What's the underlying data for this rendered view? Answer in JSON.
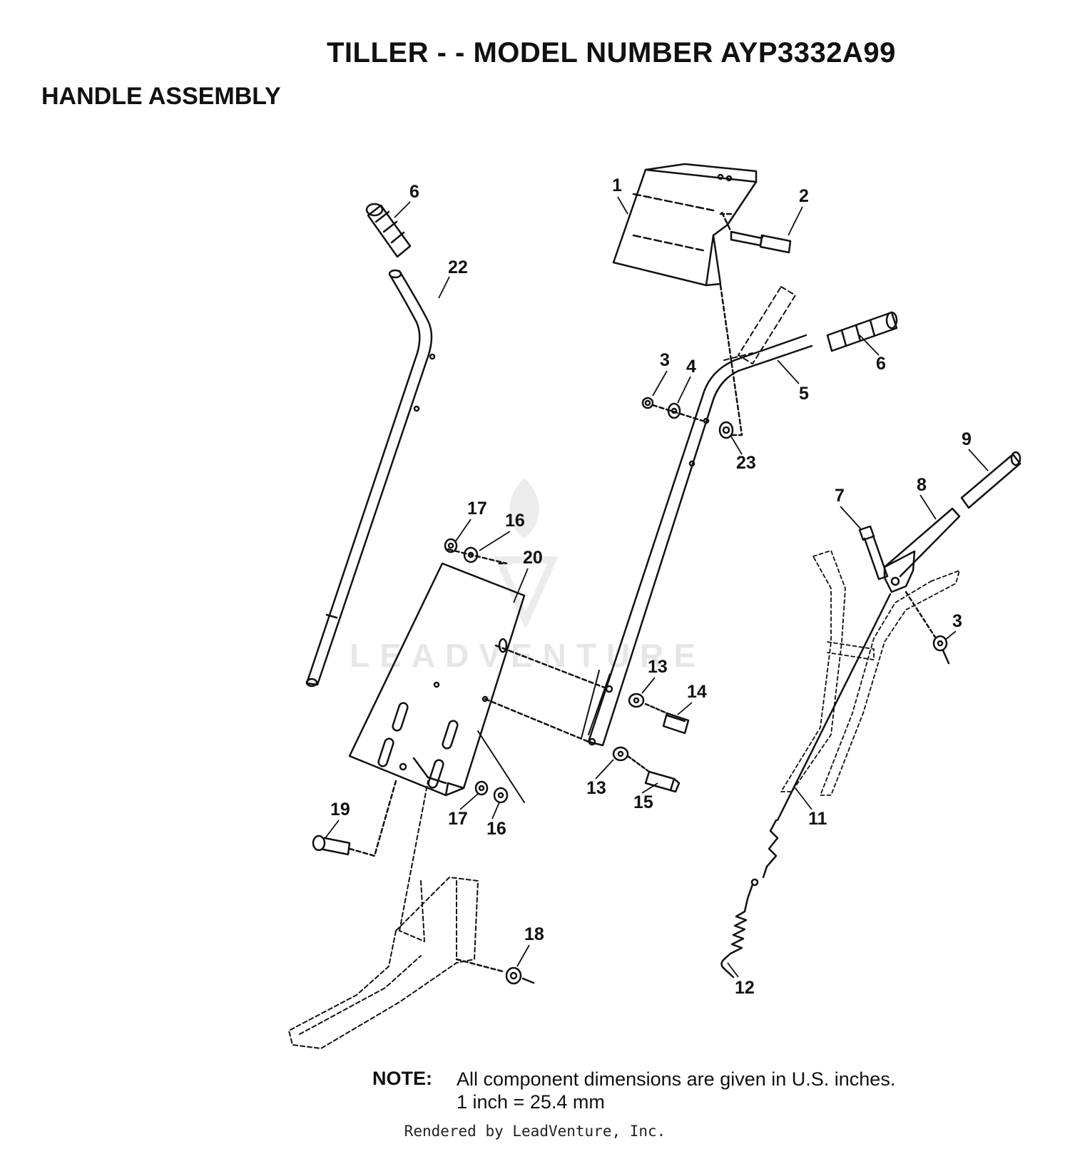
{
  "header": {
    "title": "TILLER - - MODEL NUMBER AYP3332A99",
    "subtitle": "HANDLE ASSEMBLY"
  },
  "watermark": {
    "text": "LEADVENTURE"
  },
  "callouts": [
    "1",
    "2",
    "3",
    "4",
    "5",
    "6",
    "6",
    "7",
    "8",
    "9",
    "11",
    "12",
    "13",
    "13",
    "14",
    "15",
    "16",
    "16",
    "17",
    "17",
    "18",
    "19",
    "20",
    "22",
    "23",
    "3"
  ],
  "note": {
    "label": "NOTE:",
    "line1": "All component dimensions are given in U.S. inches.",
    "line2": "1 inch = 25.4 mm"
  },
  "footer": {
    "credit": "Rendered by LeadVenture, Inc."
  }
}
